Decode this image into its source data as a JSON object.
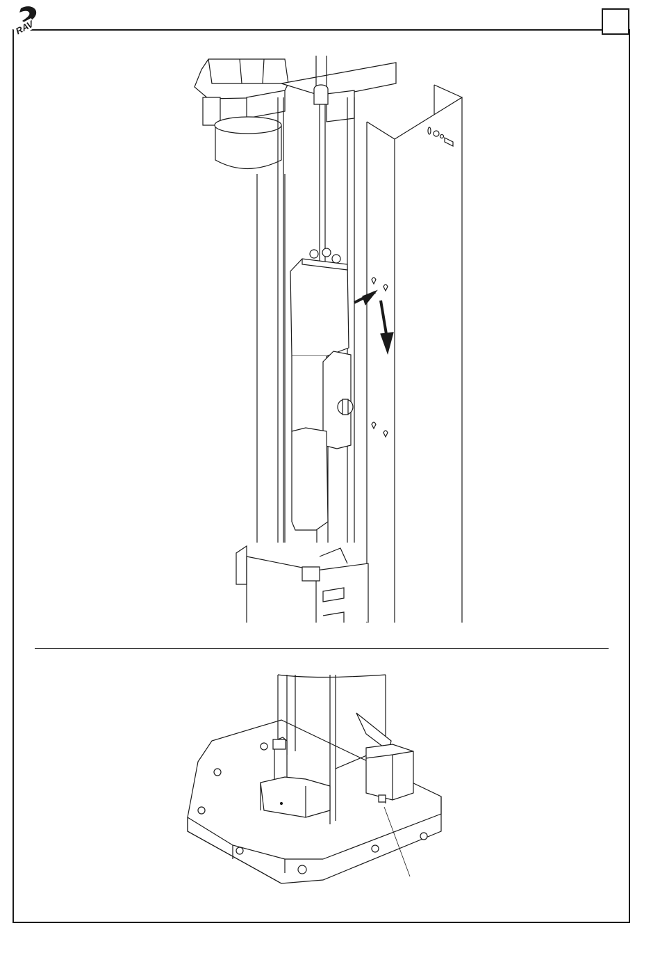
{
  "header": {
    "logo_text": "RAV",
    "page_number": ""
  },
  "figures": [
    {
      "id": "top",
      "icon": "column-electrical-box-assembly-illustration"
    },
    {
      "id": "bottom",
      "icon": "column-base-platform-illustration"
    }
  ],
  "colors": {
    "line": "#1a1a1a",
    "background": "#ffffff",
    "shade": "#d9d9d9"
  }
}
